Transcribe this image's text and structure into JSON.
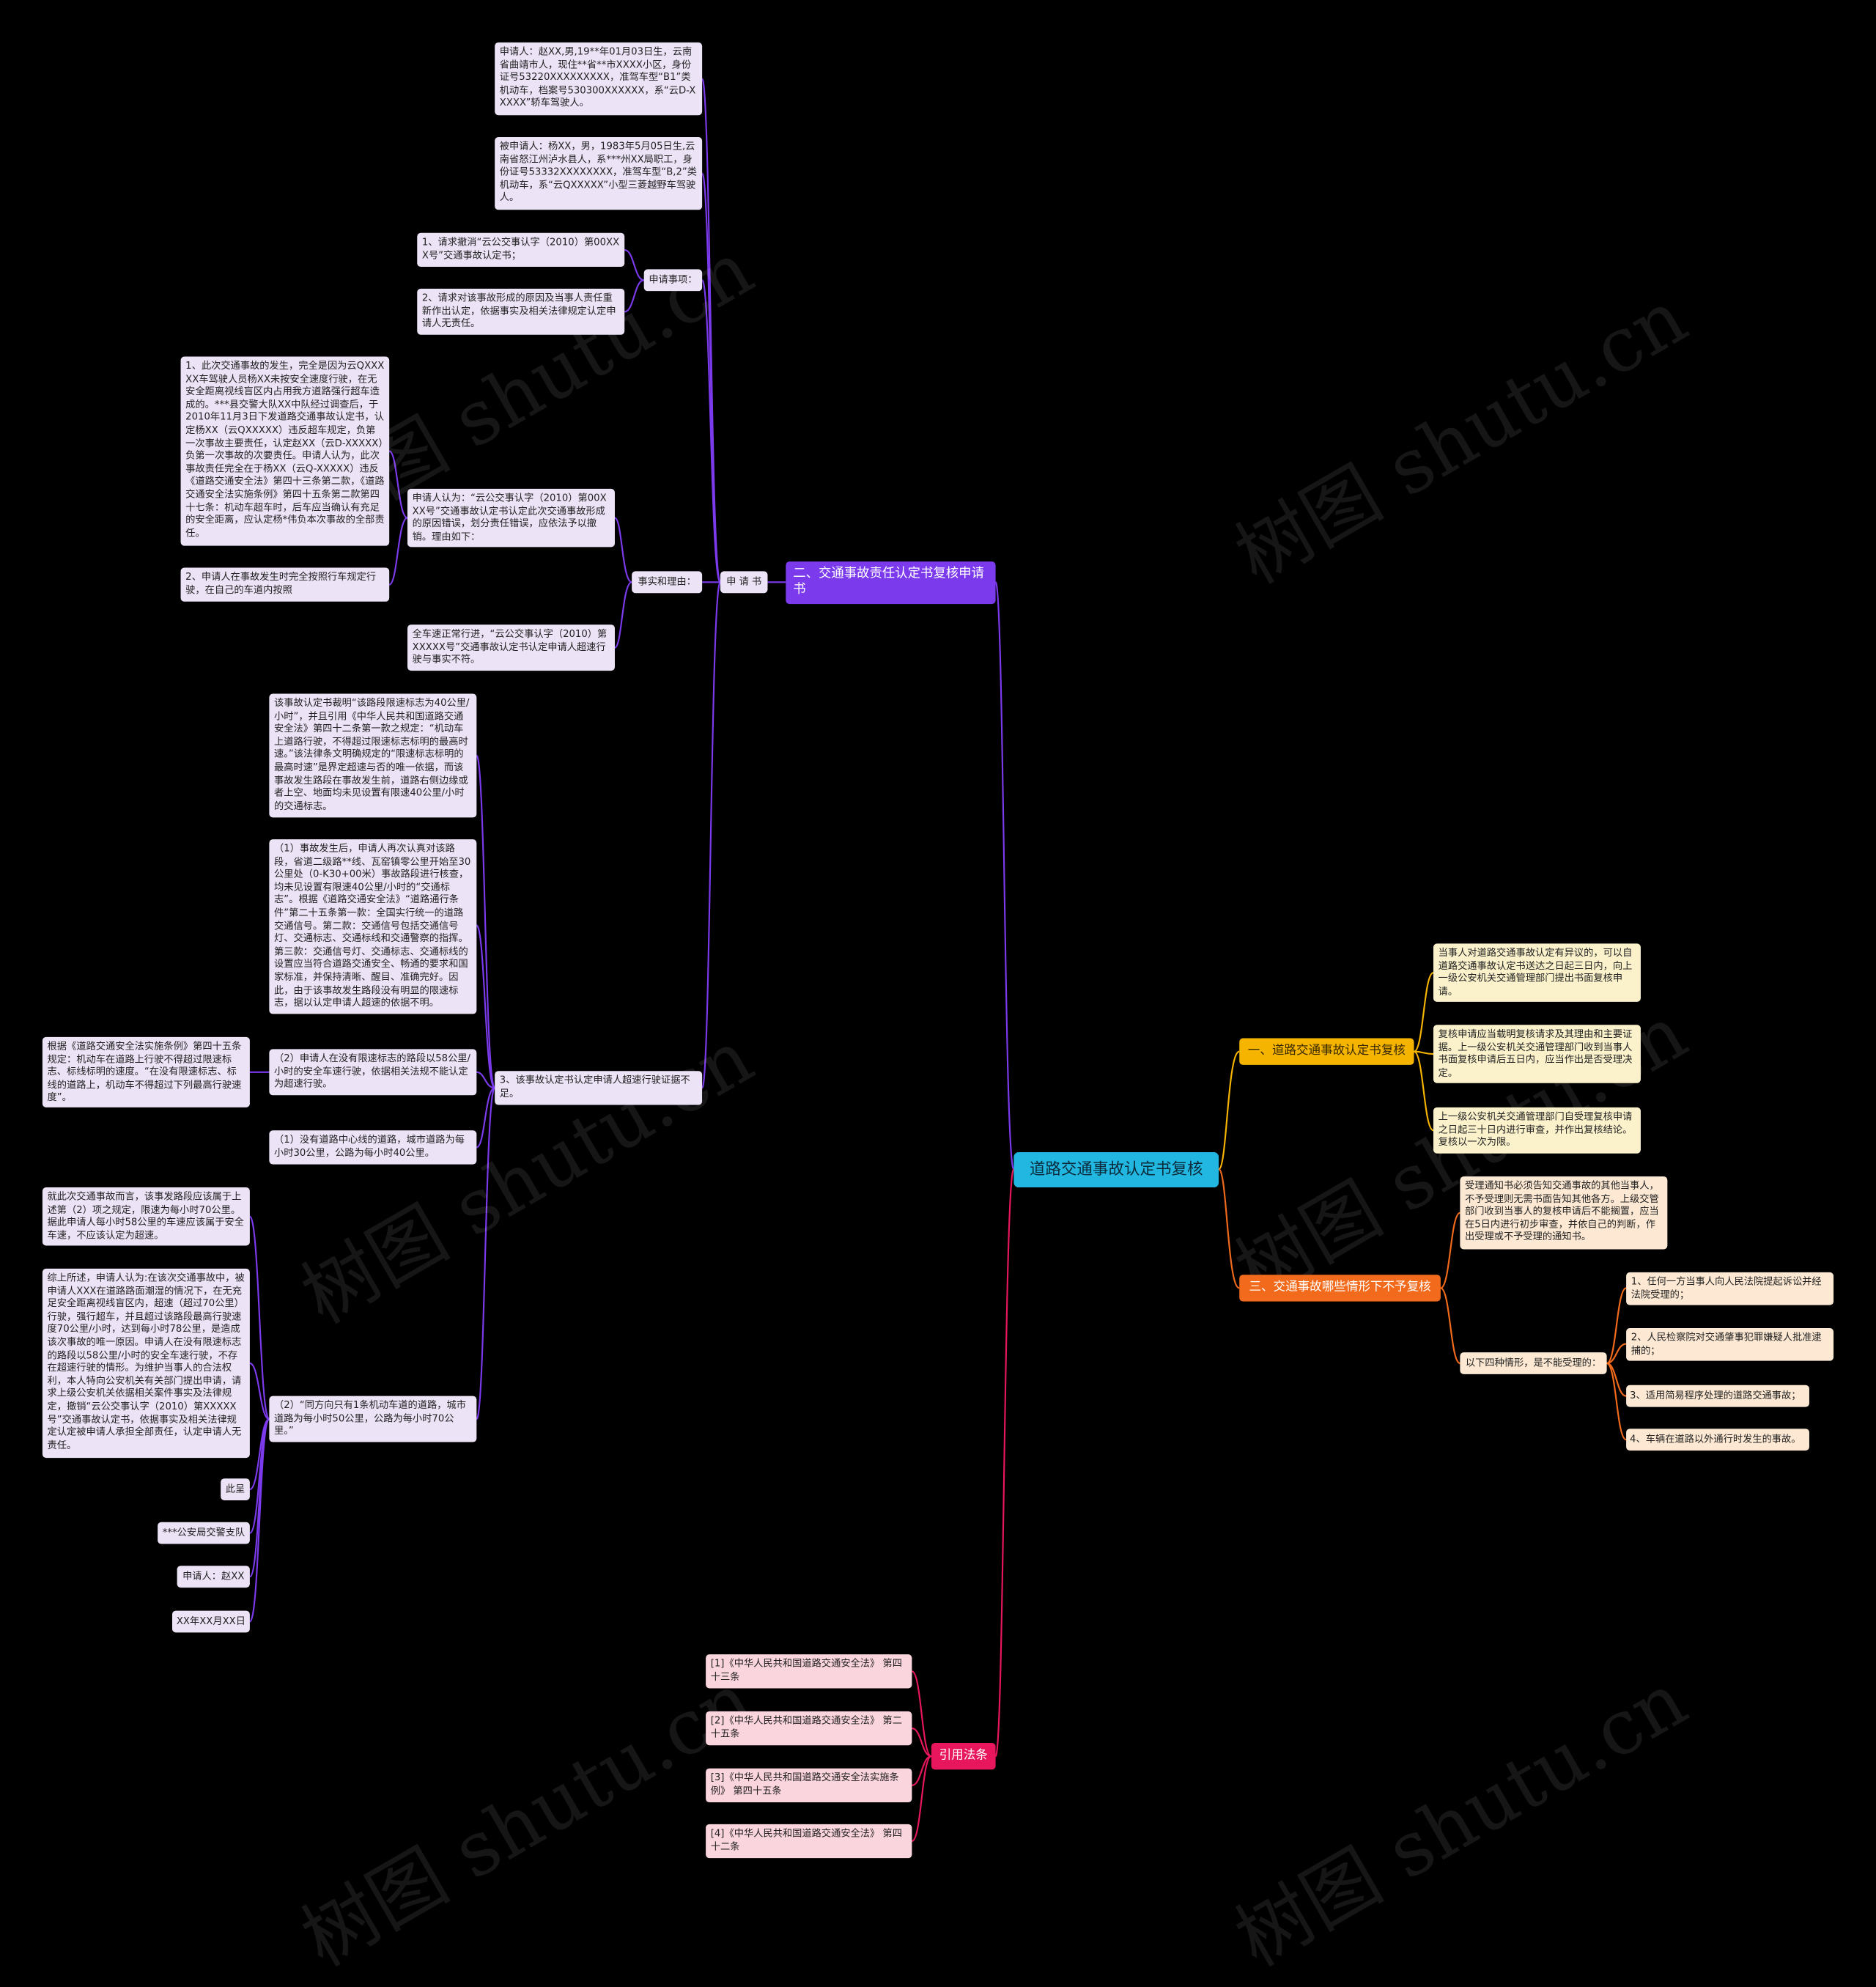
{
  "root": "道路交通事故认定书复核",
  "watermark": "树图 shutu.cn",
  "branches": {
    "b1": "一、道路交通事故认定书复核",
    "b2": "二、交通事故责任认定书复核申请书",
    "b3": "三、交通事故哪些情形下不予复核",
    "b4": "引用法条"
  },
  "b1_items": [
    "当事人对道路交通事故认定有异议的，可以自道路交通事故认定书送达之日起三日内，向上一级公安机关交通管理部门提出书面复核申请。",
    "复核申请应当载明复核请求及其理由和主要证据。上一级公安机关交通管理部门收到当事人书面复核申请后五日内，应当作出是否受理决定。",
    "上一级公安机关交通管理部门自受理复核申请之日起三十日内进行审查，并作出复核结论。复核以一次为限。"
  ],
  "b3_intro": "受理通知书必须告知交通事故的其他当事人，不予受理则无需书面告知其他各方。上级交管部门收到当事人的复核申请后不能搁置，应当在5日内进行初步审查，并依自己的判断，作出受理或不予受理的通知书。",
  "b3_sub_label": "以下四种情形，是不能受理的：",
  "b3_sub_items": [
    "1、任何一方当事人向人民法院提起诉讼并经法院受理的；",
    "2、人民检察院对交通肇事犯罪嫌疑人批准逮捕的；",
    "3、适用简易程序处理的道路交通事故；",
    "4、车辆在道路以外通行时发生的事故。"
  ],
  "b4_items": [
    "[1]《中华人民共和国道路交通安全法》 第四十三条",
    "[2]《中华人民共和国道路交通安全法》 第二十五条",
    "[3]《中华人民共和国道路交通安全法实施条例》 第四十五条",
    "[4]《中华人民共和国道路交通安全法》 第四十二条"
  ],
  "b2": {
    "sqs": "申 请 书",
    "applicant": "申请人：赵XX,男,19**年01月03日生，云南省曲靖市人，现住**省**市XXXX小区，身份证号53220XXXXXXXXX，准驾车型“B1”类机动车，档案号530300XXXXXX，系“云D-XXXXX”轿车驾驶人。",
    "respondent": "被申请人：杨XX，男，1983年5月05日生,云南省怒江州泸水县人，系***州XX局职工，身份证号53332XXXXXXXX，准驾车型“B,2”类机动车，系“云QXXXXX”小型三菱越野车驾驶人。",
    "items_label": "申请事项：",
    "item1": "1、请求撤消“云公交事认字（2010）第00XXX号”交通事故认定书；",
    "item2": "2、请求对该事故形成的原因及当事人责任重新作出认定，依据事实及相关法律规定认定申请人无责任。",
    "facts_label": "事实和理由：",
    "claim": "申请人认为：“云公交事认字（2010）第00XXX号”交通事故认定书认定此次交通事故形成的原因错误，划分责任错误，应依法予以撤销。理由如下：",
    "reason1": "1、此次交通事故的发生，完全是因为云QXXXXX车驾驶人员杨XX未按安全速度行驶，在无安全距离视线盲区内占用我方道路强行超车造成的。***县交警大队XX中队经过调查后，于2010年11月3日下发道路交通事故认定书，认定杨XX（云QXXXXX）违反超车规定，负第一次事故主要责任，认定赵XX（云D-XXXXX）负第一次事故的次要责任。申请人认为，此次事故责任完全在于杨XX（云Q-XXXXX）违反《道路交通安全法》第四十三条第二款，《道路交通安全法实施条例》第四十五条第二款第四十七条：机动车超车时，后车应当确认有充足的安全距离，应认定杨*伟负本次事故的全部责任。",
    "reason2": "2、申请人在事故发生时完全按照行车规定行驶，在自己的车道内按照",
    "reason3": "全车速正常行进，“云公交事认字（2010）第XXXXX号”交通事故认定书认定申请人超速行驶与事实不符。",
    "item3": "3、该事故认定书认定申请人超速行驶证据不足。",
    "p1": "该事故认定书裁明“该路段限速标志为40公里/小时”，并且引用《中华人民共和国道路交通安全法》第四十二条第一款之规定：“机动车上道路行驶，不得超过限速标志标明的最高时速。”该法律条文明确规定的“限速标志标明的最高时速”是界定超速与否的唯一依据，而该事故发生路段在事故发生前，道路右侧边缘或者上空、地面均未见设置有限速40公里/小时的交通标志。",
    "p2": "（1）事故发生后，申请人再次认真对该路段，省道二级路**线、瓦窑镇零公里开始至30公里处（0-K30+00米）事故路段进行核查，均未见设置有限速40公里/小时的“交通标志”。根据《道路交通安全法》“道路通行条件”第二十五条第一款：全国实行统一的道路交通信号。第二款：交通信号包括交通信号灯、交通标志、交通标线和交通警察的指挥。第三款：交通信号灯、交通标志、交通标线的设置应当符合道路交通安全、畅通的要求和国家标准，并保持清晰、醒目、准确完好。因此，由于该事故发生路段没有明显的限速标志，据以认定申请人超速的依据不明。",
    "p3": "（2）申请人在没有限速标志的路段以58公里/小时的安全车速行驶，依据相关法规不能认定为超速行驶。",
    "p3_left": "根据《道路交通安全法实施条例》第四十五条规定：机动车在道路上行驶不得超过限速标志、标线标明的速度。“在没有限速标志、标线的道路上，机动车不得超过下列最高行驶速度”。",
    "p4": "（1）没有道路中心线的道路，城市道路为每小时30公里，公路为每小时40公里。",
    "p5": "（2）“同方向只有1条机动车道的道路，城市道路为每小时50公里，公路为每小时70公里。”",
    "l1": "就此次交通事故而言，该事发路段应该属于上述第（2）项之规定，限速为每小时70公里。据此申请人每小时58公里的车速应该属于安全车速，不应该认定为超速。",
    "l2": "综上所述，申请人认为:在该次交通事故中，被申请人XXX在道路路面潮湿的情况下，在无充足安全距离视线盲区内，超速（超过70公里）行驶，强行超车，并且超过该路段最高行驶速度70公里/小时，达到每小时78公里，是造成该次事故的唯一原因。申请人在没有限速标志的路段以58公里/小时的安全车速行驶，不存在超速行驶的情形。为维护当事人的合法权利，本人特向公安机关有关部门提出申请，请求上级公安机关依据相关案件事实及法律规定，撤销“云公交事认字（2010）第XXXXX号”交通事故认定书，依据事实及相关法律规定认定被申请人承担全部责任，认定申请人无责任。",
    "l3": "此呈",
    "l4": "***公安局交警支队",
    "l5": "申请人：赵XX",
    "l6": "XX年XX月XX日"
  },
  "colors": {
    "background": "#000000",
    "root": "#22b7e0",
    "purple": "#7c3aed",
    "yellow": "#f5b400",
    "orange": "#f26a1b",
    "red": "#e8175d",
    "lavender": "#ece3f7",
    "cream": "#fbf2cc",
    "peach": "#fde9d3",
    "pink": "#fbd5de"
  }
}
